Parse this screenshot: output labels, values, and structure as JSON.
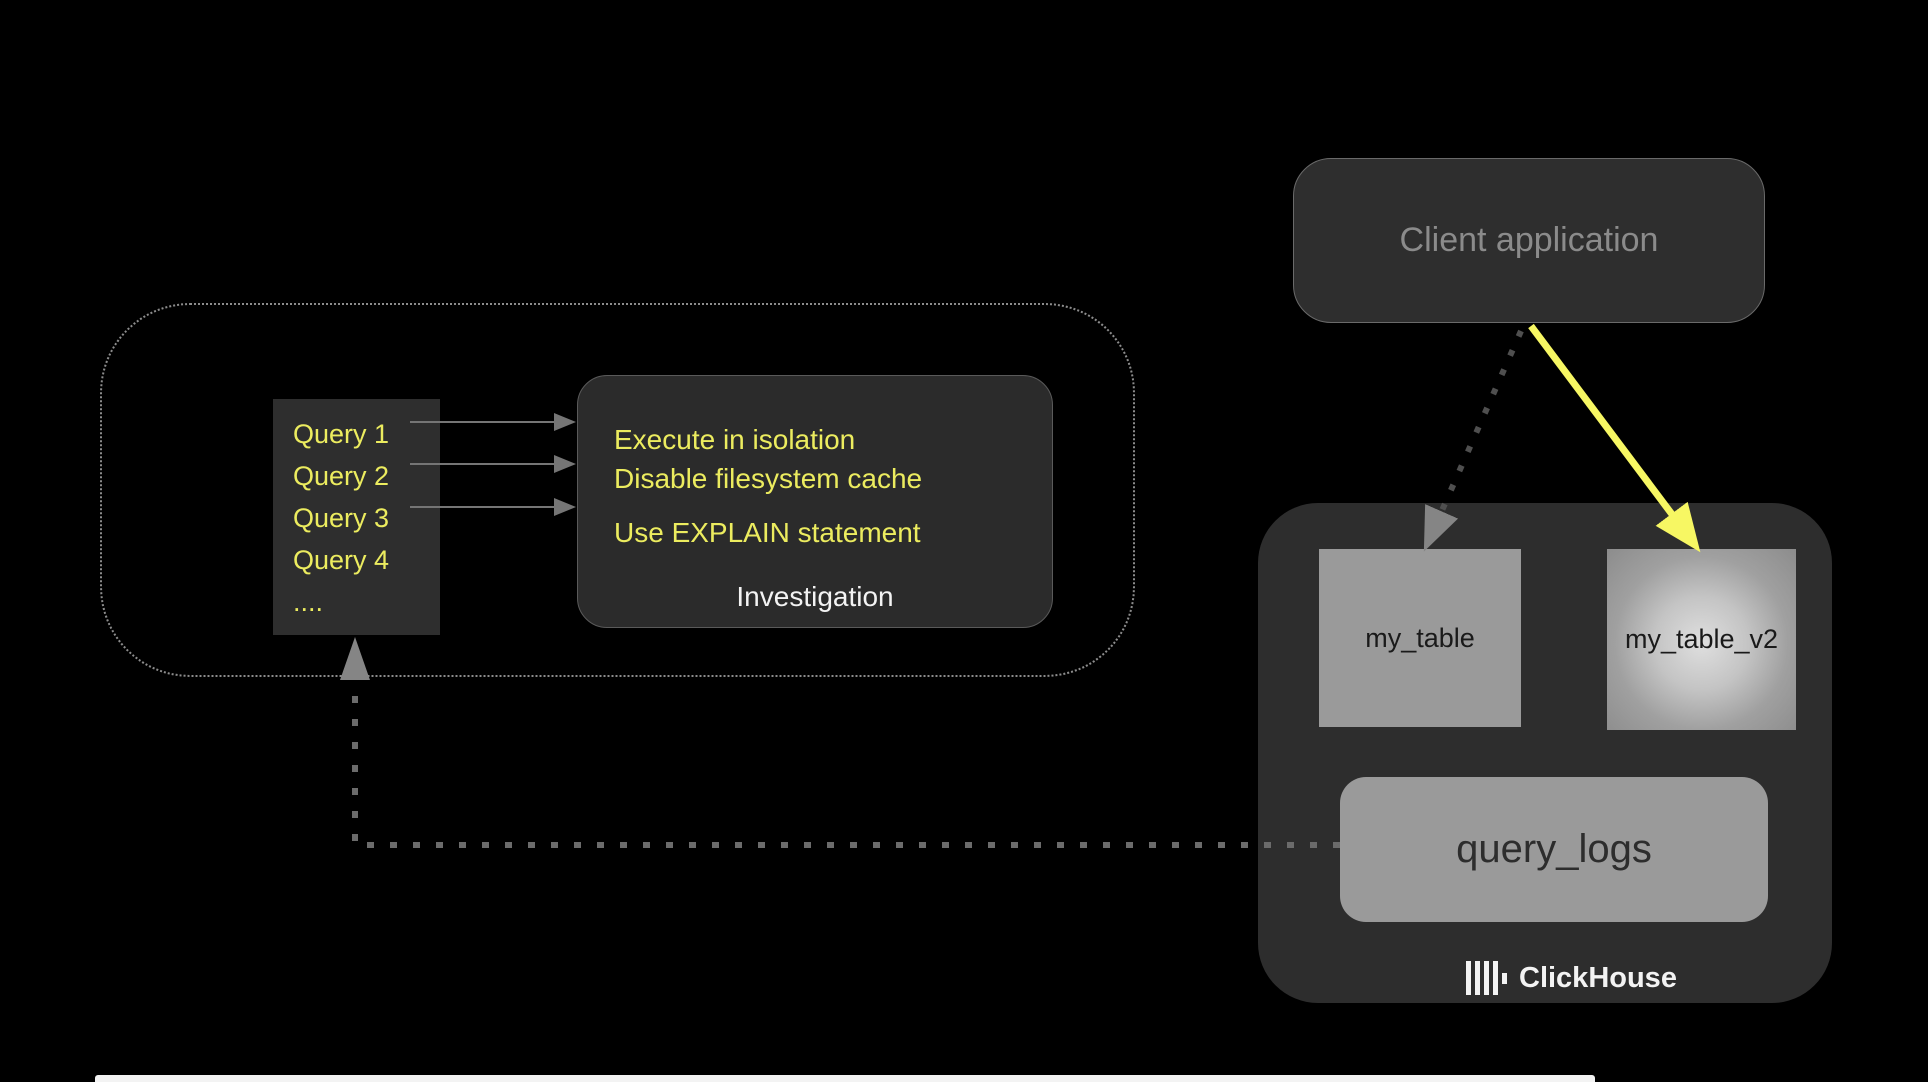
{
  "colors": {
    "bg": "#000000",
    "panel": "#2e2e2e",
    "panel_dark": "#2b2b2b",
    "panel_dark2": "#2d2d2d",
    "panel_border": "#5a5a5a",
    "panel_border2": "#6a6a6a",
    "accent_yellow": "#ecec5f",
    "accent_strong": "#f7f763",
    "muted_text": "#8b8b8b",
    "bright_text": "#f3f3f3",
    "light_box": "#9a9a9a",
    "dark_text": "#1a1a1a",
    "dark_text2": "#2d2d2d",
    "arrow_gray": "#757575",
    "arrow_gray2": "#858585",
    "dot_gray": "#6b6b6b",
    "dot_dark": "#4f4f4f",
    "dot_border": "#8c8c8c"
  },
  "client_app": {
    "label": "Client application"
  },
  "queries": {
    "items": [
      {
        "label": "Query 1"
      },
      {
        "label": "Query 2"
      },
      {
        "label": "Query 3"
      },
      {
        "label": "Query 4"
      },
      {
        "label": "...."
      }
    ]
  },
  "investigation": {
    "lines": [
      "Execute in isolation",
      "Disable filesystem cache",
      "Use EXPLAIN statement"
    ],
    "caption": "Investigation"
  },
  "clickhouse": {
    "tables": [
      {
        "label": "my_table"
      },
      {
        "label": "my_table_v2"
      }
    ],
    "logs": {
      "label": "query_logs"
    },
    "brand": {
      "label": "ClickHouse"
    }
  }
}
